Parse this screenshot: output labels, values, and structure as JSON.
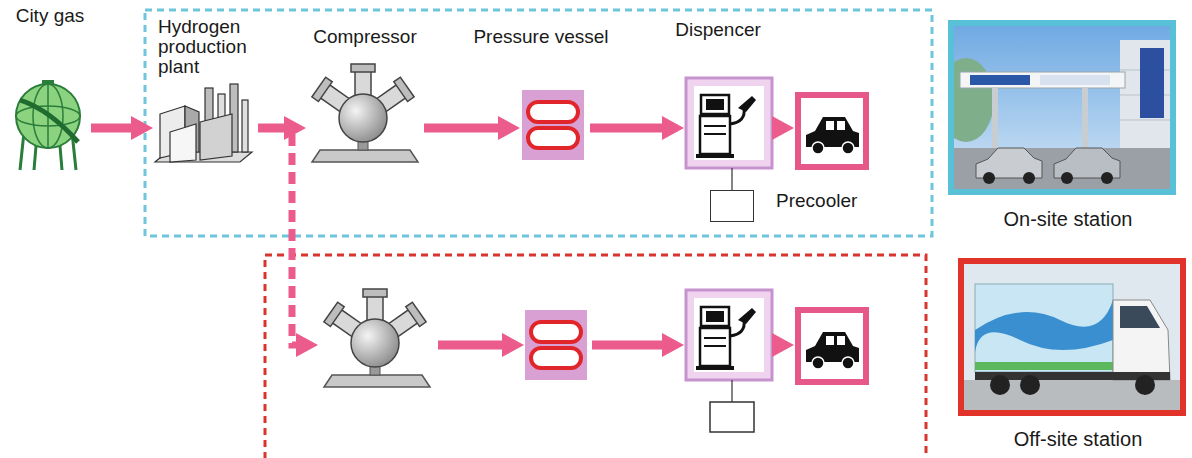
{
  "diagram": {
    "nodes": [
      {
        "text": [
          "City gas"
        ]
      },
      {
        "text": [
          "Hydrogen production plant"
        ]
      },
      {
        "text": [
          "Compressor"
        ]
      },
      {
        "text": [
          "Pressure vessel"
        ]
      },
      {
        "text": [
          "Dispencer"
        ]
      },
      {
        "text": [
          "Precooler"
        ]
      },
      {
        "text": [
          "On-site station"
        ]
      },
      {
        "text": [
          "Off-site station"
        ]
      }
    ],
    "edges": [
      {
        "from": 0,
        "to": 1,
        "arrow": "to"
      },
      {
        "from": 1,
        "to": 2,
        "arrow": "to"
      },
      {
        "from": 2,
        "to": 3,
        "arrow": "to"
      },
      {
        "from": 3,
        "to": 4,
        "arrow": "to"
      },
      {
        "from": 5,
        "to": 4,
        "arrow": "none"
      }
    ]
  }
}
